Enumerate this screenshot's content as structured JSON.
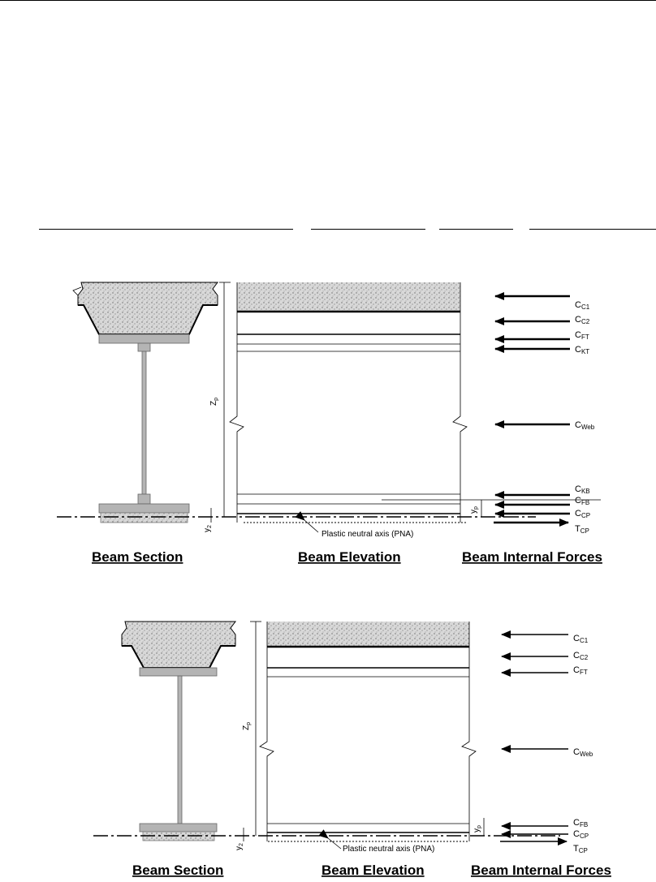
{
  "figure1": {
    "captions": {
      "section": "Beam Section",
      "elevation": "Beam Elevation",
      "forces": "Beam Internal Forces"
    },
    "pna_label": "Plastic neutral axis (PNA)",
    "dim_z": "Z",
    "dim_z_sub": "p",
    "dim_yp": "y",
    "dim_yp_sub": "p",
    "dim_y2": "y",
    "dim_y2_sub": "2",
    "forces": [
      {
        "main": "C",
        "sub": "C1"
      },
      {
        "main": "C",
        "sub": "C2"
      },
      {
        "main": "C",
        "sub": "FT"
      },
      {
        "main": "C",
        "sub": "KT"
      },
      {
        "main": "C",
        "sub": "Web"
      },
      {
        "main": "C",
        "sub": "KB"
      },
      {
        "main": "C",
        "sub": "FB"
      },
      {
        "main": "C",
        "sub": "CP"
      },
      {
        "main": "T",
        "sub": "CP"
      }
    ]
  },
  "figure2": {
    "captions": {
      "section": "Beam Section",
      "elevation": "Beam Elevation",
      "forces": "Beam Internal Forces"
    },
    "pna_label": "Plastic neutral axis (PNA)",
    "dim_z": "Z",
    "dim_z_sub": "p",
    "dim_yp": "y",
    "dim_yp_sub": "p",
    "dim_y2": "y",
    "dim_y2_sub": "2",
    "forces": [
      {
        "main": "C",
        "sub": "C1"
      },
      {
        "main": "C",
        "sub": "C2"
      },
      {
        "main": "C",
        "sub": "FT"
      },
      {
        "main": "C",
        "sub": "Web"
      },
      {
        "main": "C",
        "sub": "FB"
      },
      {
        "main": "C",
        "sub": "CP"
      },
      {
        "main": "T",
        "sub": "CP"
      }
    ]
  },
  "colors": {
    "concrete": "#d8d8d8",
    "steel": "#b4b4b4",
    "line": "#000000"
  }
}
